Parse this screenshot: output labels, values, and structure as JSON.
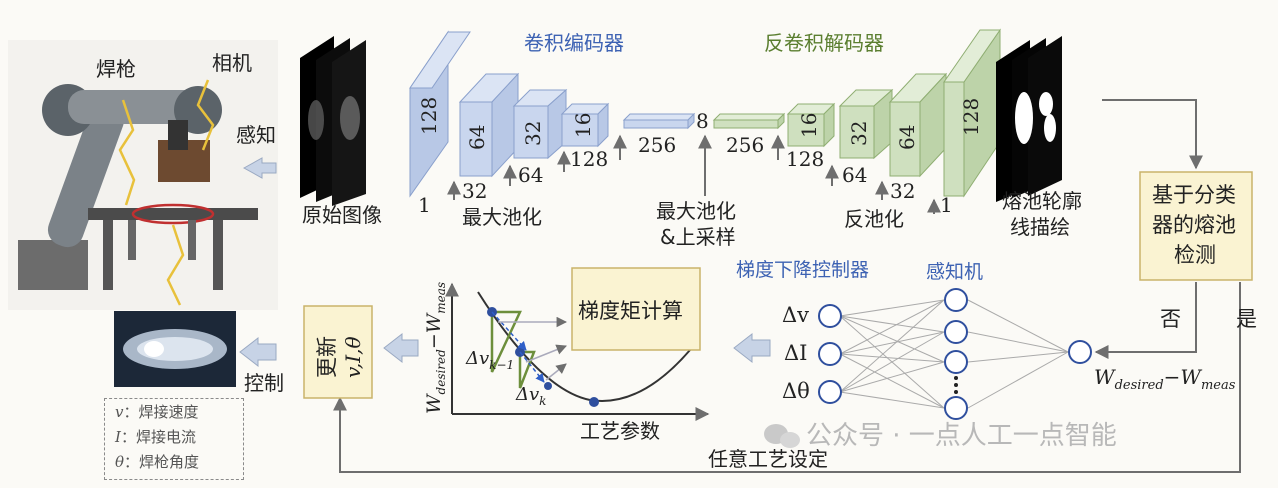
{
  "labels": {
    "welding_torch": "焊枪",
    "camera": "相机",
    "sense": "感知",
    "control": "控制",
    "original_image": "原始图像",
    "conv_encoder": "卷积编码器",
    "deconv_decoder": "反卷积解码器",
    "max_pool": "最大池化",
    "max_pool_upsample_1": "最大池化",
    "max_pool_upsample_2": "&上采样",
    "unpool": "反池化",
    "melt_pool_contour_1": "熔池轮廓",
    "melt_pool_contour_2": "线描绘",
    "classifier_1": "基于分类",
    "classifier_2": "器的熔池",
    "classifier_3": "检测",
    "no": "否",
    "yes": "是",
    "gradient_controller": "梯度下降控制器",
    "perceptron": "感知机",
    "gradient_matrix": "梯度矩计算",
    "process_params": "工艺参数",
    "arbitrary_setting": "任意工艺设定",
    "update": "更新",
    "update_vars": "v,I,θ",
    "watermark": "公众号 · 一点人工一点智能",
    "y_axis_main": "W",
    "y_axis_sub1": "desired",
    "y_axis_dash": "−W",
    "y_axis_sub2": "meas",
    "dv_km1": "Δv",
    "dv_km1_sub": "k−1",
    "dv_k": "Δv",
    "dv_k_sub": "k",
    "delta_v": "Δv",
    "delta_I": "ΔI",
    "delta_theta": "Δθ",
    "w_diff_main": "W",
    "w_diff_sub1": "desired",
    "w_diff_dash": "−W",
    "w_diff_sub2": "meas"
  },
  "encoder": {
    "depths": [
      "128",
      "64",
      "32",
      "16",
      "256"
    ],
    "sizes": [
      "1",
      "32",
      "64",
      "128"
    ]
  },
  "decoder": {
    "depths": [
      "256",
      "16",
      "32",
      "64",
      "128"
    ],
    "sizes": [
      "8",
      "128",
      "64",
      "32",
      "1"
    ]
  },
  "legend": [
    {
      "var": "v",
      "text": "：焊接速度"
    },
    {
      "var": "I",
      "text": "：焊接电流"
    },
    {
      "var": "θ",
      "text": "：焊枪角度"
    }
  ],
  "colors": {
    "encoder_fill": "#c9d6ee",
    "encoder_stroke": "#8aa0cc",
    "decoder_fill": "#cfe0bf",
    "decoder_stroke": "#8fae72",
    "box_fill": "#faf3d2",
    "box_stroke": "#c9b36a",
    "arrow": "#8a8a8a",
    "title_blue": "#3d62b3",
    "node_blue": "#2f4f9e"
  }
}
